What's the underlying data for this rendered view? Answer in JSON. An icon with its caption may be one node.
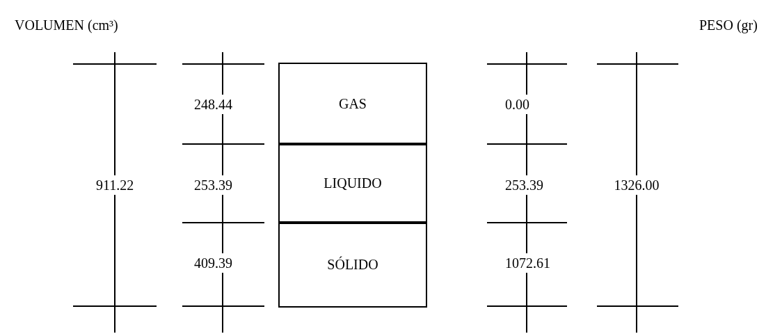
{
  "diagram": {
    "nodes": [
      {
        "text": [
          "GAS"
        ]
      },
      {
        "text": [
          "LIQUIDO"
        ]
      },
      {
        "text": [
          "SÓLIDO"
        ]
      }
    ],
    "labels": [
      "VOLUMEN (cm³)",
      "PESO (gr)",
      "248.44",
      "0.00",
      "911.22",
      "253.39",
      "253.39",
      "1326.00",
      "409.39",
      "1072.61"
    ]
  }
}
